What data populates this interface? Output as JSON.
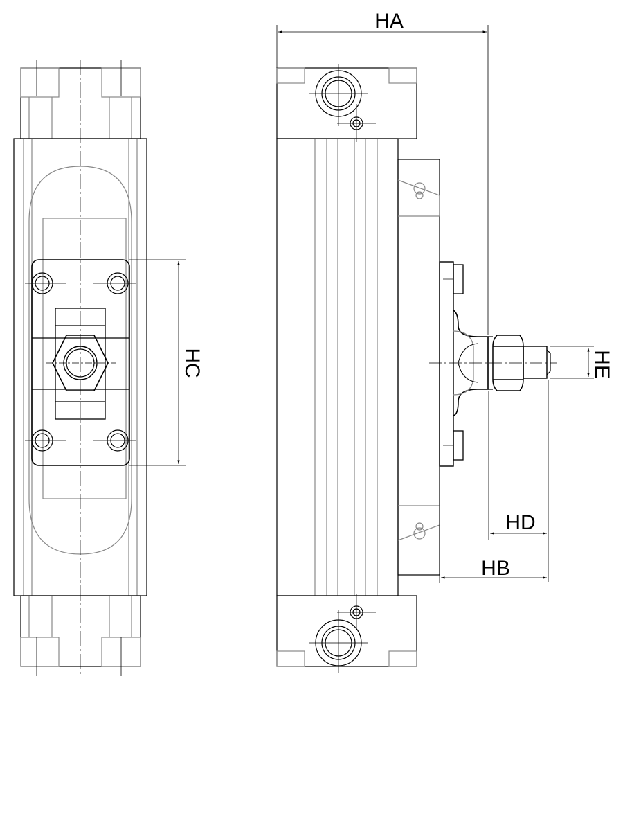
{
  "dimensions": {
    "ha": "HA",
    "hb": "HB",
    "hc": "HC",
    "hd": "HD",
    "he": "HE"
  },
  "colors": {
    "outline": "#000000",
    "hidden": "#9a9a9a"
  }
}
